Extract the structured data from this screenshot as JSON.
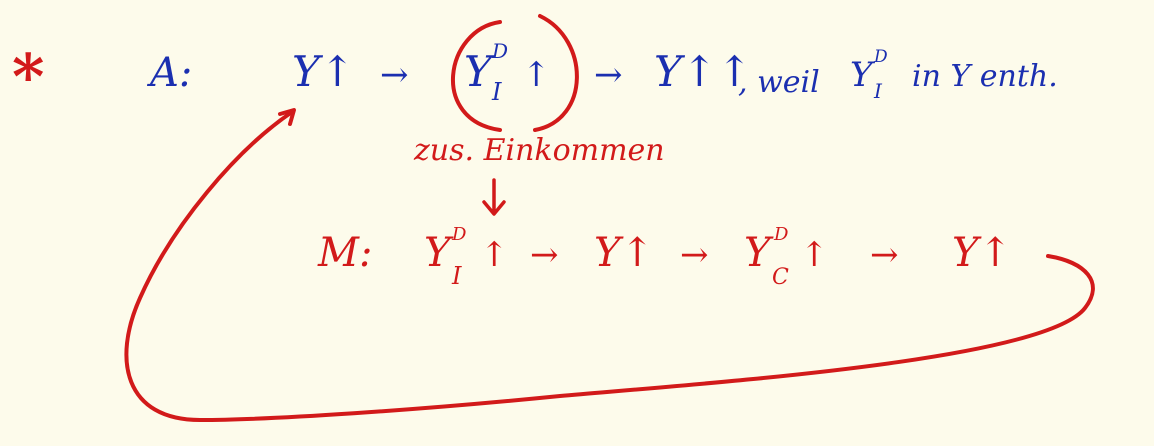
{
  "colors": {
    "background": "#fdfbeb",
    "blue_ink": "#1b2fb0",
    "red_ink": "#d21a1a"
  },
  "star": "*",
  "line_a": {
    "label": "A:",
    "states": [
      "Υ↑",
      "Υ",
      "Υ↑↑"
    ],
    "circled_state": "Υ",
    "circled_sup": "D",
    "circled_sub": "I",
    "circled_tail": "↑",
    "reason_prefix": ", weil",
    "reason_state": "Υ",
    "reason_sup": "D",
    "reason_sub": "I",
    "reason_suffix": "in Υ enth."
  },
  "annotation": "zus. Einkommen",
  "line_m": {
    "label": "M:",
    "s1": "Υ",
    "s1_sup": "D",
    "s1_sub": "I",
    "s1_tail": "↑",
    "s2": "Υ↑",
    "s3": "Υ",
    "s3_sup": "D",
    "s3_sub": "C",
    "s3_tail": "↑",
    "s4": "Υ↑"
  },
  "arrow_glyph": "→"
}
